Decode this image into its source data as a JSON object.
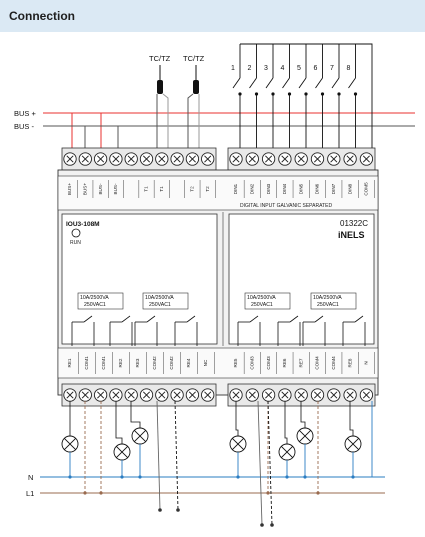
{
  "header": {
    "title": "Connection"
  },
  "sensors": {
    "label_1": "TC/TZ",
    "label_2": "TC/TZ"
  },
  "bus": {
    "plus_label": "BUS +",
    "minus_label": "BUS -"
  },
  "din_switches": [
    "1",
    "2",
    "3",
    "4",
    "5",
    "6",
    "7",
    "8"
  ],
  "top_terminals_left": [
    "BUS+",
    "BUS+",
    "BUS-",
    "BUS-",
    "",
    "T1",
    "T1",
    "",
    "T2",
    "T2"
  ],
  "top_terminals_right": [
    "DIN1",
    "DIN2",
    "DIN3",
    "DIN4",
    "DIN5",
    "DIN6",
    "DIN7",
    "DIN8",
    "COM5"
  ],
  "din_caption": "DIGITAL INPUT GALVANIC SEPARATED",
  "module": {
    "model": "IOU3-108M",
    "run_label": "RUN",
    "code": "01322C",
    "brand": "iNELS",
    "relay_ratings": [
      {
        "line1": "10A/2500VA",
        "line2": "250VAC1"
      },
      {
        "line1": "10A/2500VA",
        "line2": "250VAC1"
      },
      {
        "line1": "10A/2500VA",
        "line2": "250VAC1"
      },
      {
        "line1": "10A/2500VA",
        "line2": "250VAC1"
      }
    ]
  },
  "bottom_terminals": [
    "RE1",
    "COM1",
    "COM1",
    "RE2",
    "RE3",
    "COM2",
    "COM2",
    "RE4",
    "NC",
    "RE5",
    "COM3",
    "COM3",
    "RE6",
    "RE7",
    "COM4",
    "COM4",
    "RE8",
    "N"
  ],
  "supply": {
    "n_label": "N",
    "l1_label": "L1"
  },
  "colors": {
    "bus_plus": "#e8312f",
    "bus_minus": "#555555",
    "neutral": "#2a7dc2",
    "phase": "#9a6b4f",
    "header": "#dbe9f4"
  }
}
